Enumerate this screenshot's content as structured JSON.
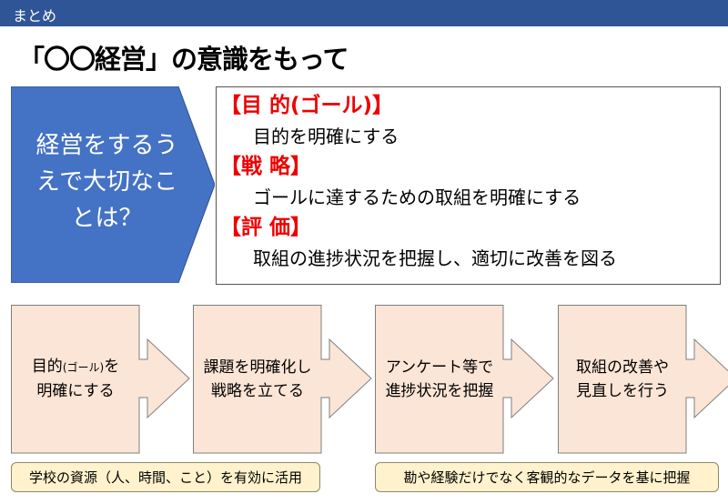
{
  "header": {
    "label": "まとめ"
  },
  "title": "「〇〇経営」の意識をもって",
  "question": {
    "text": "経営をするうえで大切なことは？"
  },
  "points": [
    {
      "heading": "【目 的(ゴール)】",
      "body": "目的を明確にする"
    },
    {
      "heading": "【戦 略】",
      "body": "ゴールに達するための取組を明確にする"
    },
    {
      "heading": "【評 価】",
      "body": "取組の進捗状況を把握し、適切に改善を図る"
    }
  ],
  "flow": [
    {
      "line1a": "目的",
      "line1b": "(ゴール)",
      "line1c": "を",
      "line2": "明確にする"
    },
    {
      "line1": "課題を明確化し",
      "line2": "戦略を立てる"
    },
    {
      "line1": "アンケート等で",
      "line2": "進捗状況を把握"
    },
    {
      "line1": "取組の改善や",
      "line2": "見直しを行う"
    }
  ],
  "notes": [
    "学校の資源（人、時間、こと）を有効に活用",
    "勘や経験だけでなく客観的なデータを基に把握"
  ],
  "colors": {
    "header": "#2f5597",
    "pentagon": "#4472c4",
    "flow_fill": "#fbe5d6",
    "note_fill": "#fff2cc",
    "heading_red": "#e00000"
  }
}
